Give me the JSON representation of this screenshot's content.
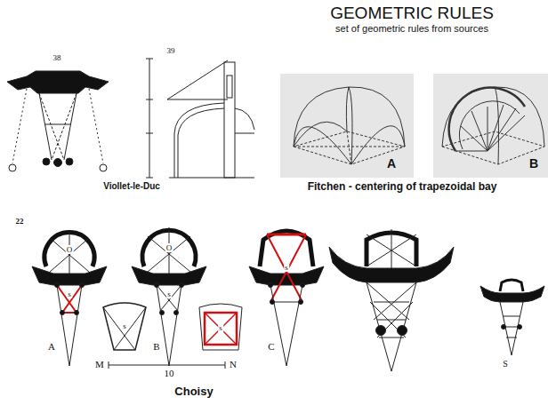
{
  "diagram": {
    "title": "GEOMETRIC RULES",
    "labels": [
      "set of geometric rules from sources",
      "38",
      "39",
      "Viollet-le-Duc",
      "A",
      "B",
      "Fitchen - centering of trapezoidal bay",
      "22",
      "O",
      "s",
      "A",
      "s",
      "M",
      "O",
      "s",
      "B",
      "10",
      "s",
      "N",
      "s",
      "C",
      "S",
      "Choisy"
    ]
  }
}
